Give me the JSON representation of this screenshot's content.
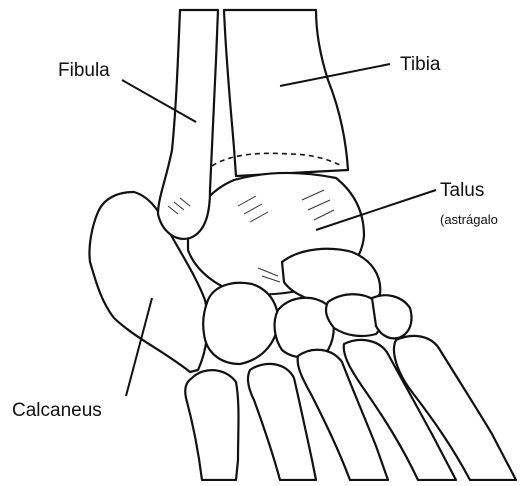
{
  "labels": {
    "fibula": "Fibula",
    "tibia": "Tibia",
    "talus": "Talus",
    "talus_alt": "(astrágalo",
    "calcaneus": "Calcaneus"
  },
  "colors": {
    "ink": "#111111",
    "background": "#ffffff"
  }
}
